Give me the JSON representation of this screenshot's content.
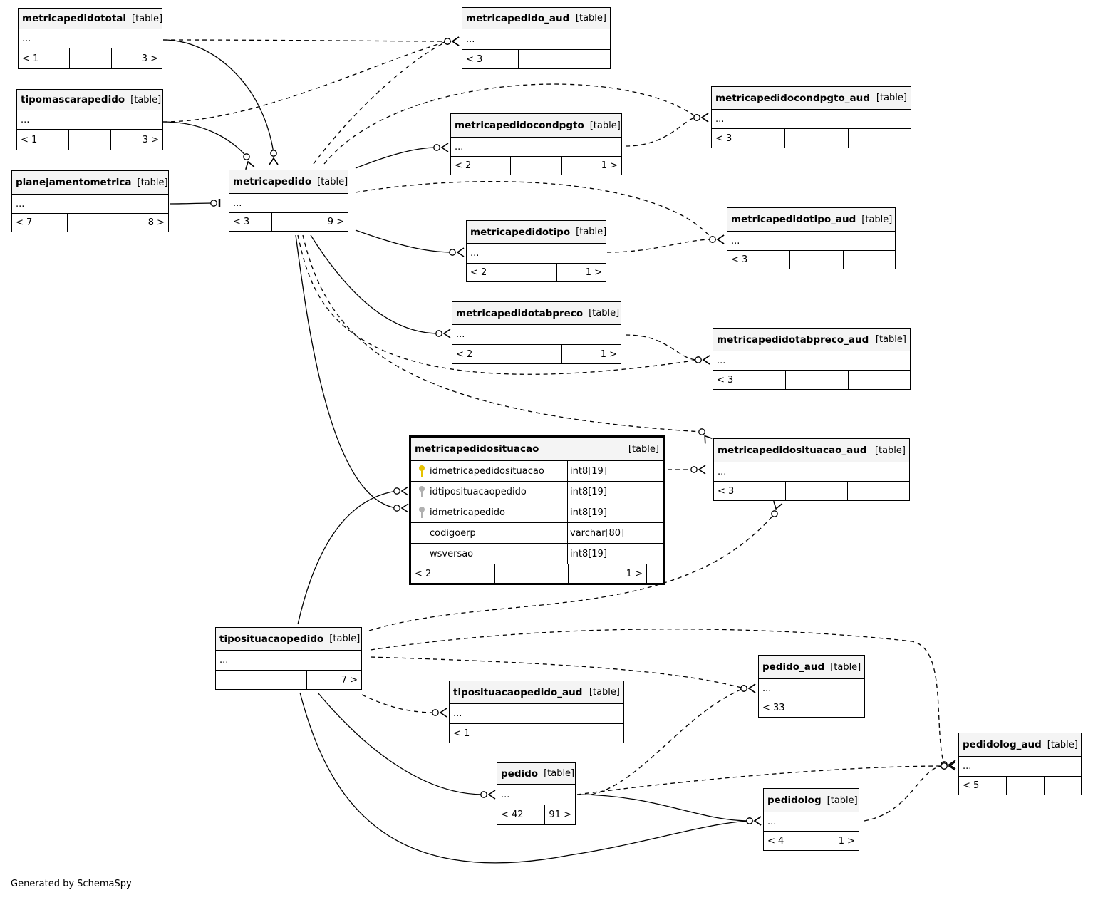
{
  "tables": [
    {
      "id": "metricapedidototal",
      "name": "metricapedidototal",
      "kind": "[table]",
      "body": "...",
      "footer": [
        "< 1",
        "",
        "3 >"
      ]
    },
    {
      "id": "tipomascarapedido",
      "name": "tipomascarapedido",
      "kind": "[table]",
      "body": "...",
      "footer": [
        "< 1",
        "",
        "3 >"
      ]
    },
    {
      "id": "planejamentometrica",
      "name": "planejamentometrica",
      "kind": "[table]",
      "body": "...",
      "footer": [
        "< 7",
        "",
        "8 >"
      ]
    },
    {
      "id": "metricapedido",
      "name": "metricapedido",
      "kind": "[table]",
      "body": "...",
      "footer": [
        "< 3",
        "",
        "9 >"
      ]
    },
    {
      "id": "metricapedido_aud",
      "name": "metricapedido_aud",
      "kind": "[table]",
      "body": "...",
      "footer": [
        "< 3",
        "",
        ""
      ]
    },
    {
      "id": "metricapedidocondpgto",
      "name": "metricapedidocondpgto",
      "kind": "[table]",
      "body": "...",
      "footer": [
        "< 2",
        "",
        "1 >"
      ]
    },
    {
      "id": "metricapedidocondpgto_aud",
      "name": "metricapedidocondpgto_aud",
      "kind": "[table]",
      "body": "...",
      "footer": [
        "< 3",
        "",
        ""
      ]
    },
    {
      "id": "metricapedidotipo",
      "name": "metricapedidotipo",
      "kind": "[table]",
      "body": "...",
      "footer": [
        "< 2",
        "",
        "1 >"
      ]
    },
    {
      "id": "metricapedidotipo_aud",
      "name": "metricapedidotipo_aud",
      "kind": "[table]",
      "body": "...",
      "footer": [
        "< 3",
        "",
        ""
      ]
    },
    {
      "id": "metricapedidotabpreco",
      "name": "metricapedidotabpreco",
      "kind": "[table]",
      "body": "...",
      "footer": [
        "< 2",
        "",
        "1 >"
      ]
    },
    {
      "id": "metricapedidotabpreco_aud",
      "name": "metricapedidotabpreco_aud",
      "kind": "[table]",
      "body": "...",
      "footer": [
        "< 3",
        "",
        ""
      ]
    },
    {
      "id": "metricapedidosituacao_aud",
      "name": "metricapedidosituacao_aud",
      "kind": "[table]",
      "body": "...",
      "footer": [
        "< 3",
        "",
        ""
      ]
    },
    {
      "id": "tiposituacaopedido",
      "name": "tiposituacaopedido",
      "kind": "[table]",
      "body": "...",
      "footer": [
        "",
        "",
        "7 >"
      ]
    },
    {
      "id": "tiposituacaopedido_aud",
      "name": "tiposituacaopedido_aud",
      "kind": "[table]",
      "body": "...",
      "footer": [
        "< 1",
        "",
        ""
      ]
    },
    {
      "id": "pedido_aud",
      "name": "pedido_aud",
      "kind": "[table]",
      "body": "...",
      "footer": [
        "< 33",
        "",
        ""
      ]
    },
    {
      "id": "pedido",
      "name": "pedido",
      "kind": "[table]",
      "body": "...",
      "footer": [
        "< 42",
        "",
        "91 >"
      ]
    },
    {
      "id": "pedidolog",
      "name": "pedidolog",
      "kind": "[table]",
      "body": "...",
      "footer": [
        "< 4",
        "",
        "1 >"
      ]
    },
    {
      "id": "pedidolog_aud",
      "name": "pedidolog_aud",
      "kind": "[table]",
      "body": "...",
      "footer": [
        "< 5",
        "",
        ""
      ]
    }
  ],
  "focus_table": {
    "name": "metricapedidosituacao",
    "kind": "[table]",
    "columns": [
      {
        "name": "idmetricapedidosituacao",
        "type": "int8[19]",
        "key": "primary-key-icon"
      },
      {
        "name": "idtiposituacaopedido",
        "type": "int8[19]",
        "key": "foreign-key-icon"
      },
      {
        "name": "idmetricapedido",
        "type": "int8[19]",
        "key": "foreign-key-icon"
      },
      {
        "name": "codigoerp",
        "type": "varchar[80]",
        "key": ""
      },
      {
        "name": "wsversao",
        "type": "int8[19]",
        "key": ""
      }
    ],
    "footer": [
      "< 2",
      "",
      "1 >"
    ]
  },
  "relationships": [
    {
      "from": "metricapedidototal",
      "to": "metricapedido_aud",
      "style": "implied"
    },
    {
      "from": "metricapedidototal",
      "to": "metricapedido",
      "style": "real"
    },
    {
      "from": "tipomascarapedido",
      "to": "metricapedido_aud",
      "style": "implied"
    },
    {
      "from": "tipomascarapedido",
      "to": "metricapedido",
      "style": "real"
    },
    {
      "from": "planejamentometrica",
      "to": "metricapedido",
      "style": "real"
    },
    {
      "from": "metricapedido",
      "to": "metricapedido_aud",
      "style": "implied"
    },
    {
      "from": "metricapedido",
      "to": "metricapedidocondpgto_aud",
      "style": "implied"
    },
    {
      "from": "metricapedido",
      "to": "metricapedidocondpgto",
      "style": "real"
    },
    {
      "from": "metricapedido",
      "to": "metricapedidotipo_aud",
      "style": "implied"
    },
    {
      "from": "metricapedido",
      "to": "metricapedidotipo",
      "style": "real"
    },
    {
      "from": "metricapedido",
      "to": "metricapedidotabpreco",
      "style": "real"
    },
    {
      "from": "metricapedido",
      "to": "metricapedidotabpreco_aud",
      "style": "implied"
    },
    {
      "from": "metricapedido",
      "to": "metricapedidosituacao_aud",
      "style": "implied"
    },
    {
      "from": "metricapedido",
      "to": "metricapedidosituacao",
      "style": "real"
    },
    {
      "from": "metricapedidocondpgto",
      "to": "metricapedidocondpgto_aud",
      "style": "implied"
    },
    {
      "from": "metricapedidotipo",
      "to": "metricapedidotipo_aud",
      "style": "implied"
    },
    {
      "from": "metricapedidotabpreco",
      "to": "metricapedidotabpreco_aud",
      "style": "implied"
    },
    {
      "from": "metricapedidosituacao",
      "to": "metricapedidosituacao_aud",
      "style": "implied"
    },
    {
      "from": "tiposituacaopedido",
      "to": "metricapedidosituacao",
      "style": "real"
    },
    {
      "from": "tiposituacaopedido",
      "to": "metricapedidosituacao_aud",
      "style": "implied"
    },
    {
      "from": "tiposituacaopedido",
      "to": "pedidolog_aud",
      "style": "implied"
    },
    {
      "from": "tiposituacaopedido",
      "to": "pedido_aud",
      "style": "implied"
    },
    {
      "from": "tiposituacaopedido",
      "to": "tiposituacaopedido_aud",
      "style": "implied"
    },
    {
      "from": "tiposituacaopedido",
      "to": "pedido",
      "style": "real"
    },
    {
      "from": "tiposituacaopedido",
      "to": "pedidolog",
      "style": "real"
    },
    {
      "from": "pedido",
      "to": "pedido_aud",
      "style": "implied"
    },
    {
      "from": "pedido",
      "to": "pedidolog_aud",
      "style": "implied"
    },
    {
      "from": "pedido",
      "to": "pedidolog",
      "style": "real"
    },
    {
      "from": "pedidolog",
      "to": "pedidolog_aud",
      "style": "implied"
    }
  ],
  "footer_text": "Generated by SchemaSpy"
}
